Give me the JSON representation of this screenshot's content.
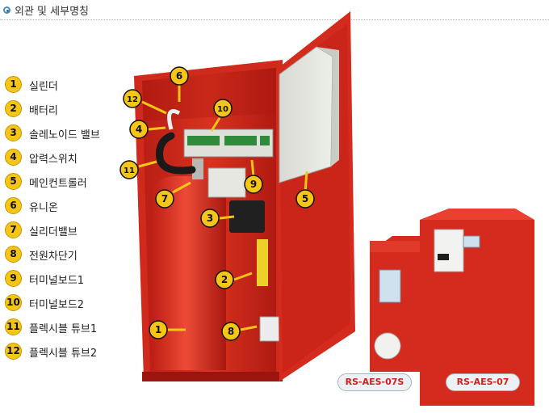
{
  "header": {
    "title": "외관 및 세부명칭"
  },
  "legend": [
    {
      "num": "1",
      "label": "실린더"
    },
    {
      "num": "2",
      "label": "배터리"
    },
    {
      "num": "3",
      "label": "솔레노이드 밸브"
    },
    {
      "num": "4",
      "label": "압력스위치"
    },
    {
      "num": "5",
      "label": "메인컨트롤러"
    },
    {
      "num": "6",
      "label": "유니온"
    },
    {
      "num": "7",
      "label": "실리더밸브"
    },
    {
      "num": "8",
      "label": "전원차단기"
    },
    {
      "num": "9",
      "label": "터미널보드1"
    },
    {
      "num": "10",
      "label": "터미널보드2"
    },
    {
      "num": "11",
      "label": "플렉시블 튜브1"
    },
    {
      "num": "12",
      "label": "플렉시블 튜브2"
    }
  ],
  "callouts": [
    "1",
    "2",
    "3",
    "4",
    "5",
    "6",
    "7",
    "8",
    "9",
    "10",
    "11",
    "12"
  ],
  "products": {
    "small": "RS-AES-07S",
    "large": "RS-AES-07"
  },
  "colors": {
    "cabinet_red": "#d52a1e",
    "badge_yellow": "#f5c518",
    "bullet_blue": "#4a8fb0"
  }
}
